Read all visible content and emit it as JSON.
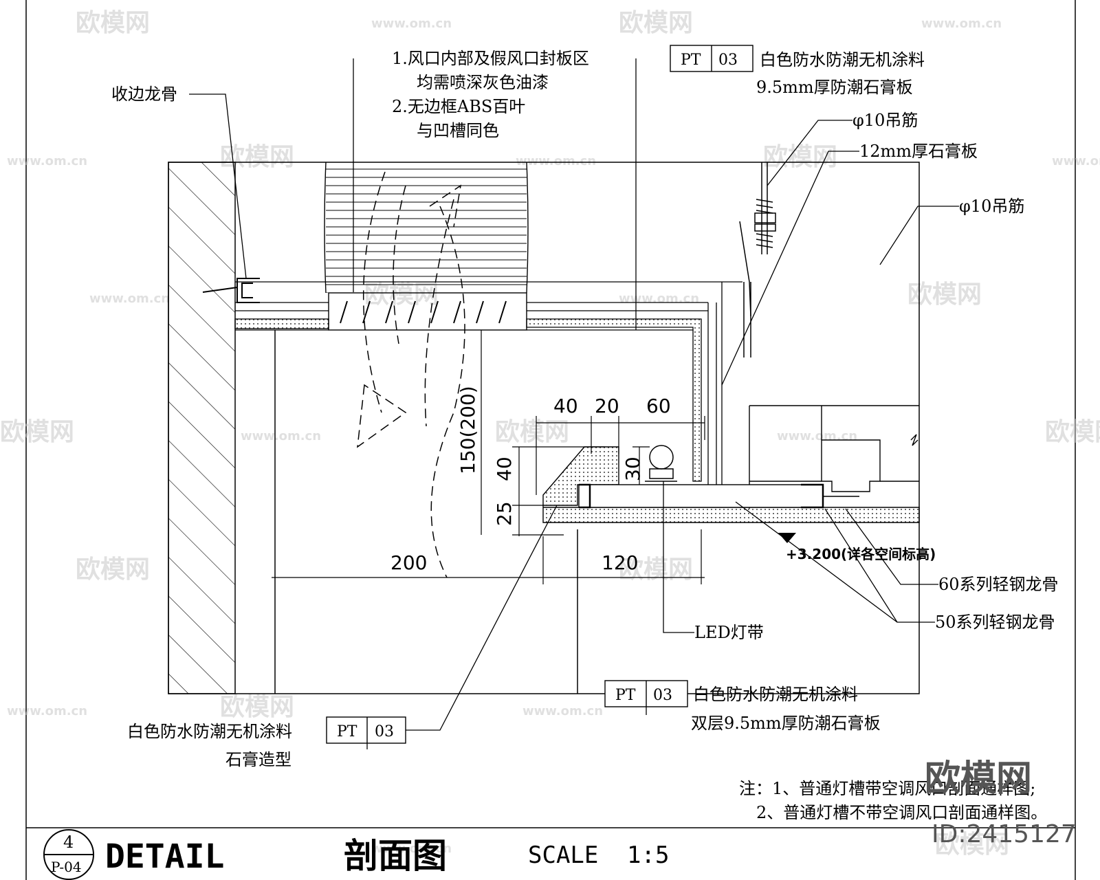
{
  "notes_labels": {
    "vent_note_1": "1.风口内部及假风口封板区",
    "vent_note_1b": "均需喷深灰色油漆",
    "vent_note_2": "2.无边框ABS百叶",
    "vent_note_2b": "与凹槽同色",
    "edge_keel": "收边龙骨",
    "top_paint": "白色防水防潮无机涂料",
    "top_board": "9.5mm厚防潮石膏板",
    "hanger_1": "φ10吊筋",
    "gypsum_12": "12mm厚石膏板",
    "hanger_2": "φ10吊筋",
    "keel_60": "60系列轻钢龙骨",
    "keel_50": "50系列轻钢龙骨",
    "led_strip": "LED灯带",
    "elevation": "+3.200(详各空间标高)",
    "bottom_paint": "白色防水防潮无机涂料",
    "bottom_board": "双层9.5mm厚防潮石膏板",
    "left_paint": "白色防水防潮无机涂料",
    "left_shape": "石膏造型"
  },
  "tags": {
    "top": {
      "code": "PT",
      "num": "03"
    },
    "bottom": {
      "code": "PT",
      "num": "03"
    },
    "left": {
      "code": "PT",
      "num": "03"
    }
  },
  "dimensions": {
    "d40a": "40",
    "d20": "20",
    "d60": "60",
    "d30": "30",
    "d40b": "40",
    "d25": "25",
    "d150": "150(200)",
    "d200": "200",
    "d120": "120"
  },
  "footnote": {
    "line1": "注：1、普通灯槽带空调风口剖面通样图;",
    "line2": "2、普通灯槽不带空调风口剖面通样图。"
  },
  "title_block": {
    "detail_num": "4",
    "sheet": "P-04",
    "detail": "DETAIL",
    "title_zh": "剖面图",
    "scale_label": "SCALE",
    "scale_value": "1:5"
  },
  "watermark": {
    "brand": "欧模网",
    "url": "www.om.cn",
    "id": "ID:2415127"
  }
}
